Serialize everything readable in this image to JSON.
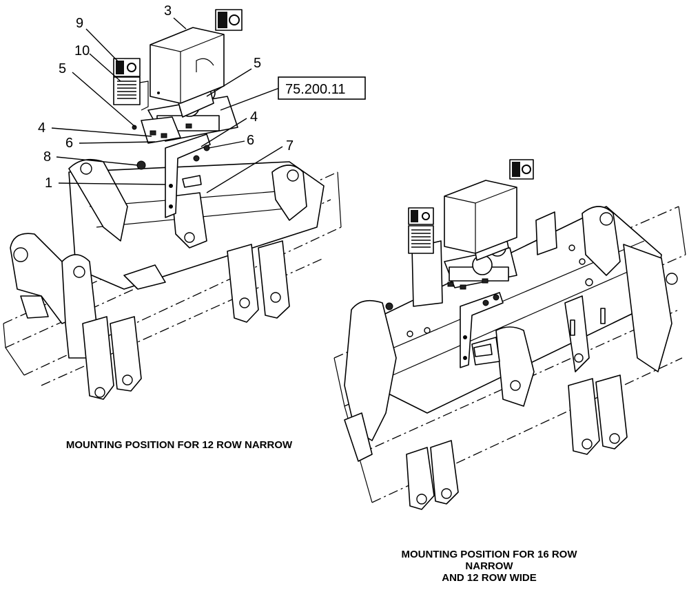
{
  "callouts_left": [
    {
      "id": "c3",
      "text": "3"
    },
    {
      "id": "c9",
      "text": "9"
    },
    {
      "id": "c10",
      "text": "10"
    },
    {
      "id": "c5a",
      "text": "5"
    },
    {
      "id": "c5b",
      "text": "5"
    },
    {
      "id": "c4a",
      "text": "4"
    },
    {
      "id": "c4b",
      "text": "4"
    },
    {
      "id": "c6a",
      "text": "6"
    },
    {
      "id": "c6b",
      "text": "6"
    },
    {
      "id": "c7",
      "text": "7"
    },
    {
      "id": "c8",
      "text": "8"
    },
    {
      "id": "c1",
      "text": "1"
    }
  ],
  "reference_box": "75.200.11",
  "captions": {
    "left": "MOUNTING POSITION FOR 12 ROW NARROW",
    "right_line1": "MOUNTING POSITION FOR 16 ROW",
    "right_line2": "NARROW",
    "right_line3": "AND 12 ROW WIDE"
  },
  "icons": [
    "decal-icon",
    "warning-decal-icon",
    "module-cover-icon",
    "bracket-icon",
    "frame-assembly-icon"
  ]
}
